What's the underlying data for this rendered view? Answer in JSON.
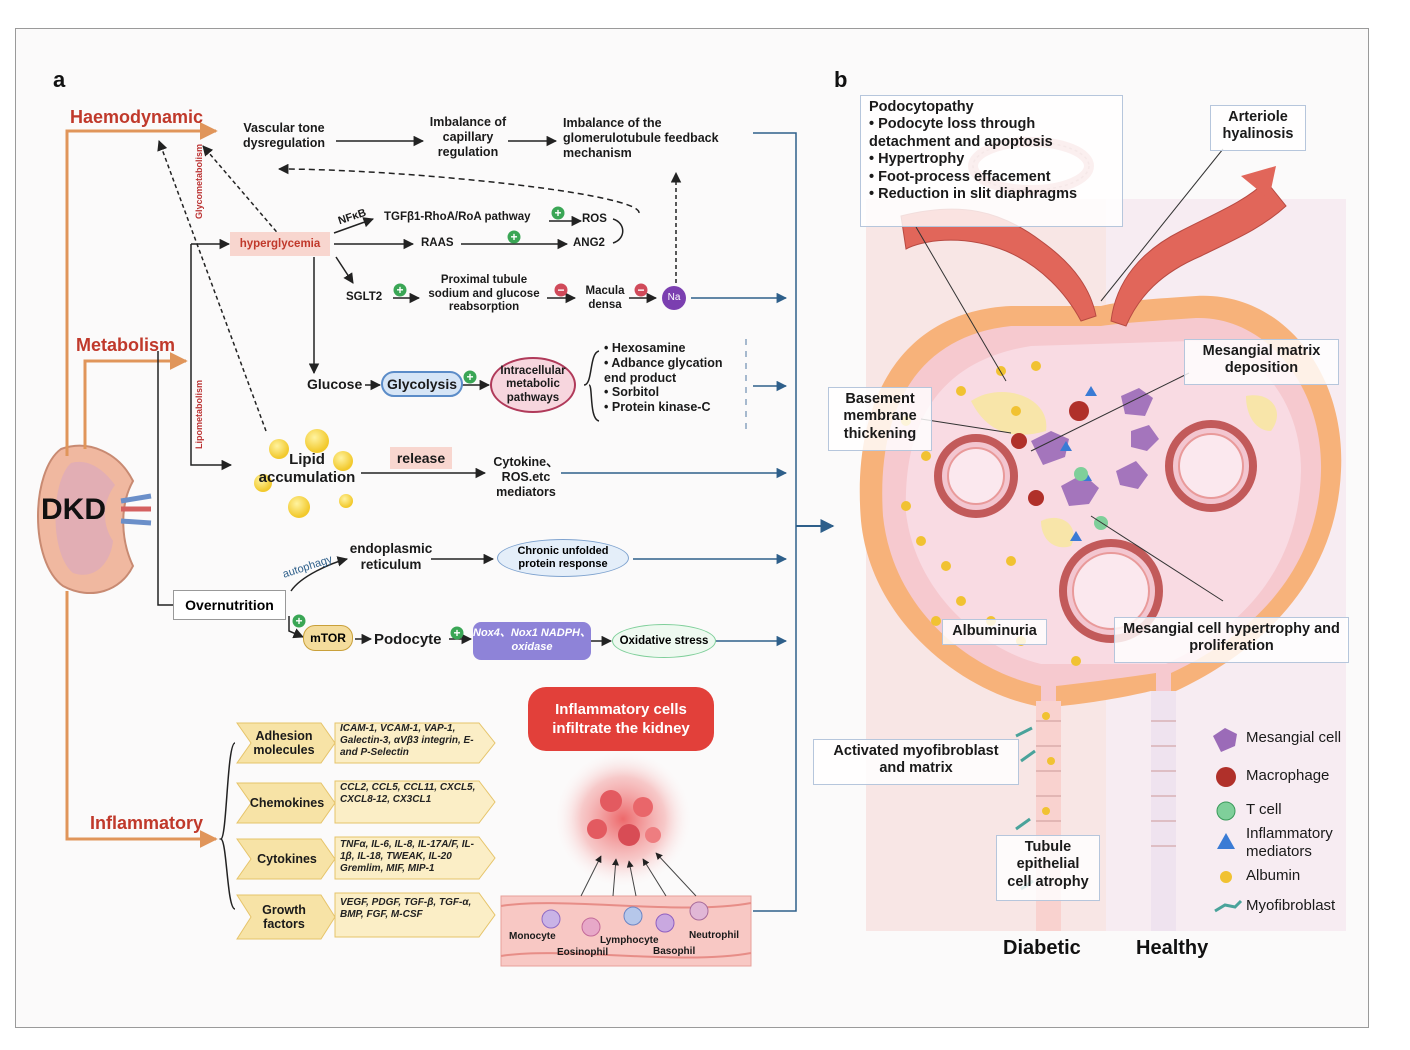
{
  "panel_a": {
    "letter": "a",
    "center_label": "DKD",
    "categories": {
      "haemodynamic": "Haemodynamic",
      "metabolism": "Metabolism",
      "inflammatory": "Inflammatory"
    },
    "sub_categories": {
      "glycometabolism": "Glycometabolism",
      "lipometabolism": "Lipometabolism"
    },
    "haemodynamic_chain": {
      "vascular": "Vascular tone dysregulation",
      "imbalance_capillary": "Imbalance of capillary regulation",
      "imbalance_feedback": "Imbalance of the glomerulotubule feedback mechanism"
    },
    "glyco": {
      "hyperglycemia": "hyperglycemia",
      "nfkb": "NFκB",
      "tgf": "TGFβ1-RhoA/RoA pathway",
      "ros": "ROS",
      "raas": "RAAS",
      "ang2": "ANG2",
      "sglt2": "SGLT2",
      "proximal": "Proximal tubule sodium and glucose reabsorption",
      "macula": "Macula densa",
      "na": "Na",
      "glucose": "Glucose",
      "glycolysis": "Glycolysis",
      "intracellular": "Intracellular metabolic pathways",
      "pathways": [
        "Hexosamine",
        "Adbance glycation end product",
        "Sorbitol",
        "Protein kinase-C"
      ]
    },
    "lipid": {
      "lipid_accumulation": "Lipid accumulation",
      "release": "release",
      "cytokine": "Cytokine、ROS.etc mediators"
    },
    "overnutrition": {
      "label": "Overnutrition",
      "autophagy": "autophagy",
      "er": "endoplasmic reticulum",
      "unfolded": "Chronic unfolded protein response",
      "mtor": "mTOR",
      "podocyte": "Podocyte",
      "nox": "Nox4、Nox1 NADPH、oxidase",
      "oxidative": "Oxidative stress"
    },
    "inflammatory_items": [
      {
        "name": "Adhesion molecules",
        "list": "ICAM-1, VCAM-1, VAP-1, Galectin-3, αVβ3 integrin, E- and P-Selectin"
      },
      {
        "name": "Chemokines",
        "list": "CCL2, CCL5, CCL11, CXCL5, CXCL8-12, CX3CL1"
      },
      {
        "name": "Cytokines",
        "list": "TNFα, IL-6, IL-8, IL-17A/F, IL-1β, IL-18, TWEAK, IL-20 Gremlim, MIF, MIP-1"
      },
      {
        "name": "Growth factors",
        "list": "VEGF, PDGF, TGF-β, TGF-α, BMP, FGF, M-CSF"
      }
    ],
    "infiltrate_title": "Inflammatory cells infiltrate the kidney",
    "cells": [
      "Monocyte",
      "Eosinophil",
      "Lymphocyte",
      "Basophil",
      "Neutrophil"
    ]
  },
  "panel_b": {
    "letter": "b",
    "podocytopathy": {
      "title": "Podocytopathy",
      "items": [
        "Podocyte loss through detachment and apoptosis",
        "Hypertrophy",
        "Foot-process effacement",
        "Reduction in slit diaphragms"
      ]
    },
    "arteriole": "Arteriole hyalinosis",
    "mesangial_matrix": "Mesangial matrix deposition",
    "basement": "Basement membrane thickening",
    "albuminuria": "Albuminuria",
    "mesangial_hyper": "Mesangial cell hypertrophy and proliferation",
    "myofibroblast_label": "Activated myofibroblast and matrix",
    "tubule": "Tubule epithelial cell atrophy",
    "diabetic": "Diabetic",
    "healthy": "Healthy",
    "legend": [
      "Mesangial cell",
      "Macrophage",
      "T cell",
      "Inflammatory mediators",
      "Albumin",
      "Myofibroblast"
    ]
  },
  "colors": {
    "category_red": "#c0392b",
    "arrow_orange": "#e0955a",
    "arrow_blue": "#2e5f8a",
    "plus_green": "#3aa655",
    "minus_red": "#d04a5a"
  }
}
